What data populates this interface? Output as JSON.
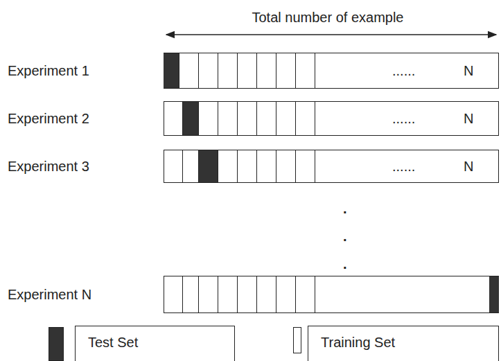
{
  "diagram": {
    "nodes": [
      {
        "text": [
          "Experiment 1",
          "......",
          "N"
        ]
      },
      {
        "text": [
          "Experiment 2",
          "......",
          "N"
        ]
      },
      {
        "text": [
          "Experiment 3",
          "......",
          "N"
        ]
      },
      {
        "text": [
          "Experiment N"
        ]
      }
    ],
    "labels": [
      "Total number of example",
      ".",
      ".",
      "."
    ],
    "legend": [
      {
        "text": "Test Set",
        "color": "#333333"
      },
      {
        "text": "Training Set",
        "color": "#ffffff"
      }
    ]
  }
}
